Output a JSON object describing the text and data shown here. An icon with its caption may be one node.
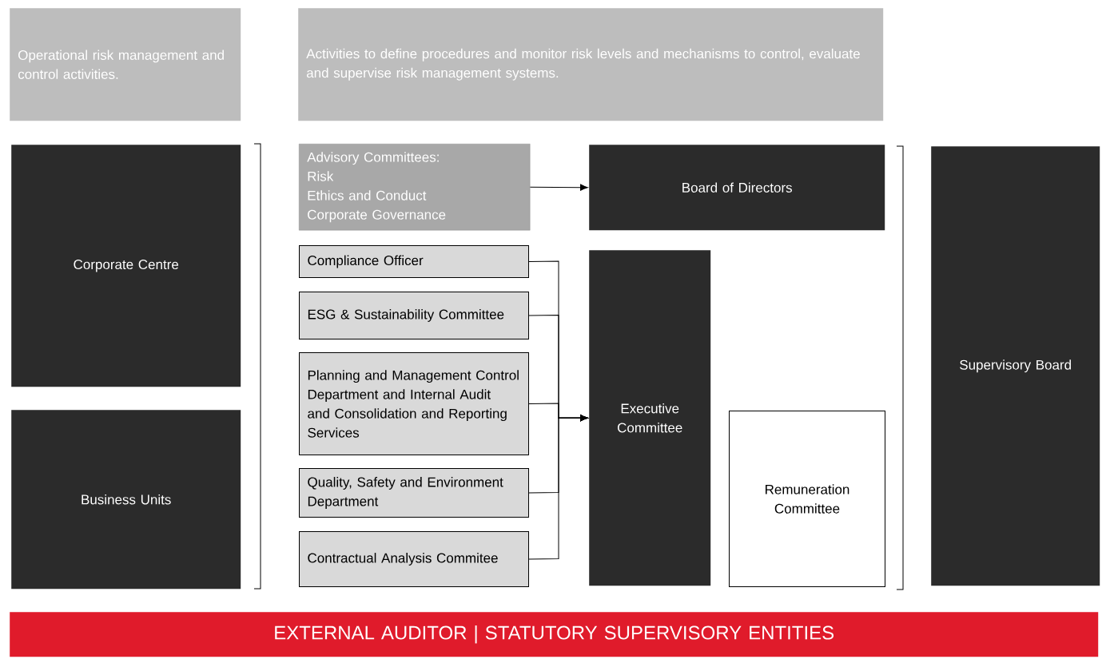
{
  "diagram": {
    "nodes": [
      {
        "text": [
          "Operational risk management and control activities."
        ]
      },
      {
        "text": [
          "Activities to define procedures and monitor risk levels and mechanisms to control, evaluate and supervise risk management systems."
        ]
      },
      {
        "text": [
          "Corporate Centre"
        ]
      },
      {
        "text": [
          "Business Units"
        ]
      },
      {
        "text": [
          "Advisory Committees:",
          "Risk",
          "Ethics and Conduct",
          "Corporate Governance"
        ]
      },
      {
        "text": [
          "Board of Directors"
        ]
      },
      {
        "text": [
          "Compliance Officer"
        ]
      },
      {
        "text": [
          "ESG & Sustainability Committee"
        ]
      },
      {
        "text": [
          "Planning and Management Control Department and Internal Audit and Consolidation and Reporting Services"
        ]
      },
      {
        "text": [
          "Quality, Safety and Environment Department"
        ]
      },
      {
        "text": [
          "Contractual Analysis Commitee"
        ]
      },
      {
        "text": [
          "Executive Committee"
        ]
      },
      {
        "text": [
          "Remuneration Committee"
        ]
      },
      {
        "text": [
          "Supervisory Board"
        ]
      },
      {
        "text": [
          "EXTERNAL AUDITOR | STATUTORY SUPERVISORY ENTITIES"
        ]
      }
    ],
    "edges": [
      {
        "from": 4,
        "to": 5,
        "arrow": "to"
      },
      {
        "from": 6,
        "to": 11,
        "arrow": "to"
      },
      {
        "from": 7,
        "to": 11,
        "arrow": "to"
      },
      {
        "from": 8,
        "to": 11,
        "arrow": "to"
      },
      {
        "from": 9,
        "to": 11,
        "arrow": "to"
      },
      {
        "from": 10,
        "to": 11,
        "arrow": "to"
      }
    ]
  }
}
